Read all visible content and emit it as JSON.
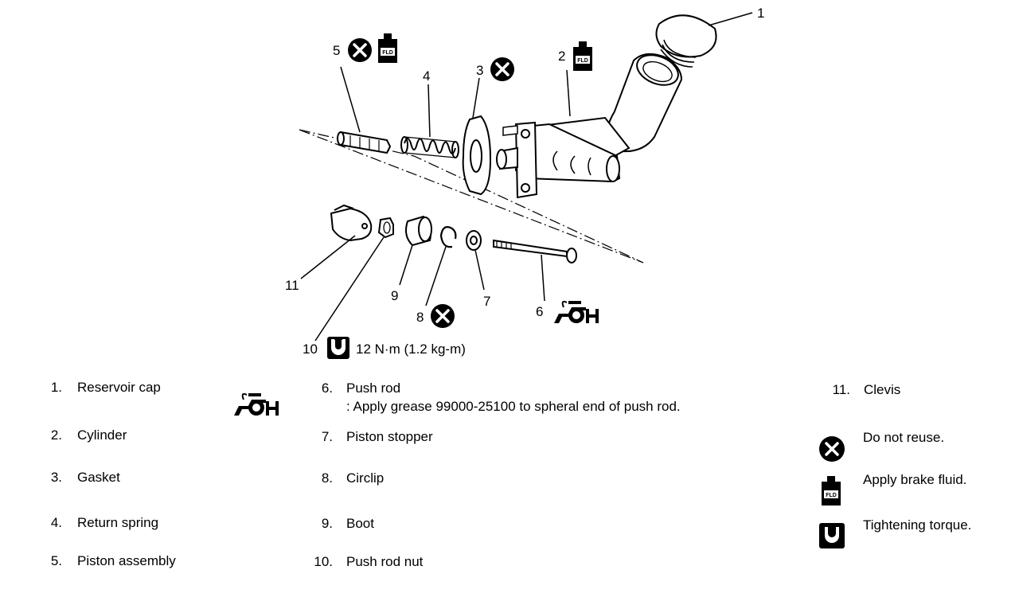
{
  "diagram": {
    "callouts": [
      "1",
      "2",
      "3",
      "4",
      "5",
      "6",
      "7",
      "8",
      "9",
      "10",
      "11"
    ],
    "torque_spec": "12 N·m (1.2 kg-m)",
    "fluid_badge_text": "FLD"
  },
  "legend": {
    "parts": [
      {
        "num": "1.",
        "name": "Reservoir cap"
      },
      {
        "num": "2.",
        "name": "Cylinder"
      },
      {
        "num": "3.",
        "name": "Gasket"
      },
      {
        "num": "4.",
        "name": "Return spring"
      },
      {
        "num": "5.",
        "name": "Piston assembly"
      },
      {
        "num": "6.",
        "name": "Push rod",
        "note": ": Apply grease 99000-25100 to spheral end of push rod."
      },
      {
        "num": "7.",
        "name": "Piston stopper"
      },
      {
        "num": "8.",
        "name": "Circlip"
      },
      {
        "num": "9.",
        "name": "Boot"
      },
      {
        "num": "10.",
        "name": "Push rod nut"
      },
      {
        "num": "11.",
        "name": "Clevis"
      }
    ],
    "symbols": [
      {
        "icon": "do-not-reuse-icon",
        "label": "Do not reuse."
      },
      {
        "icon": "brake-fluid-icon",
        "label": "Apply brake fluid."
      },
      {
        "icon": "torque-icon",
        "label": "Tightening torque."
      },
      {
        "icon": "grease-icon"
      }
    ]
  }
}
